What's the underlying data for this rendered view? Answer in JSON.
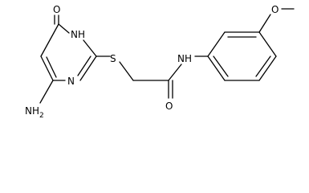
{
  "structure": {
    "atoms": {
      "o_carbonyl_ring": "O",
      "nh_ring": "NH",
      "n_ring": "N",
      "s_thioether": "S",
      "nh2_amino": "NH",
      "nh2_subscript": "2",
      "o_amide": "O",
      "nh_amide": "NH",
      "o_methoxy": "O"
    }
  }
}
